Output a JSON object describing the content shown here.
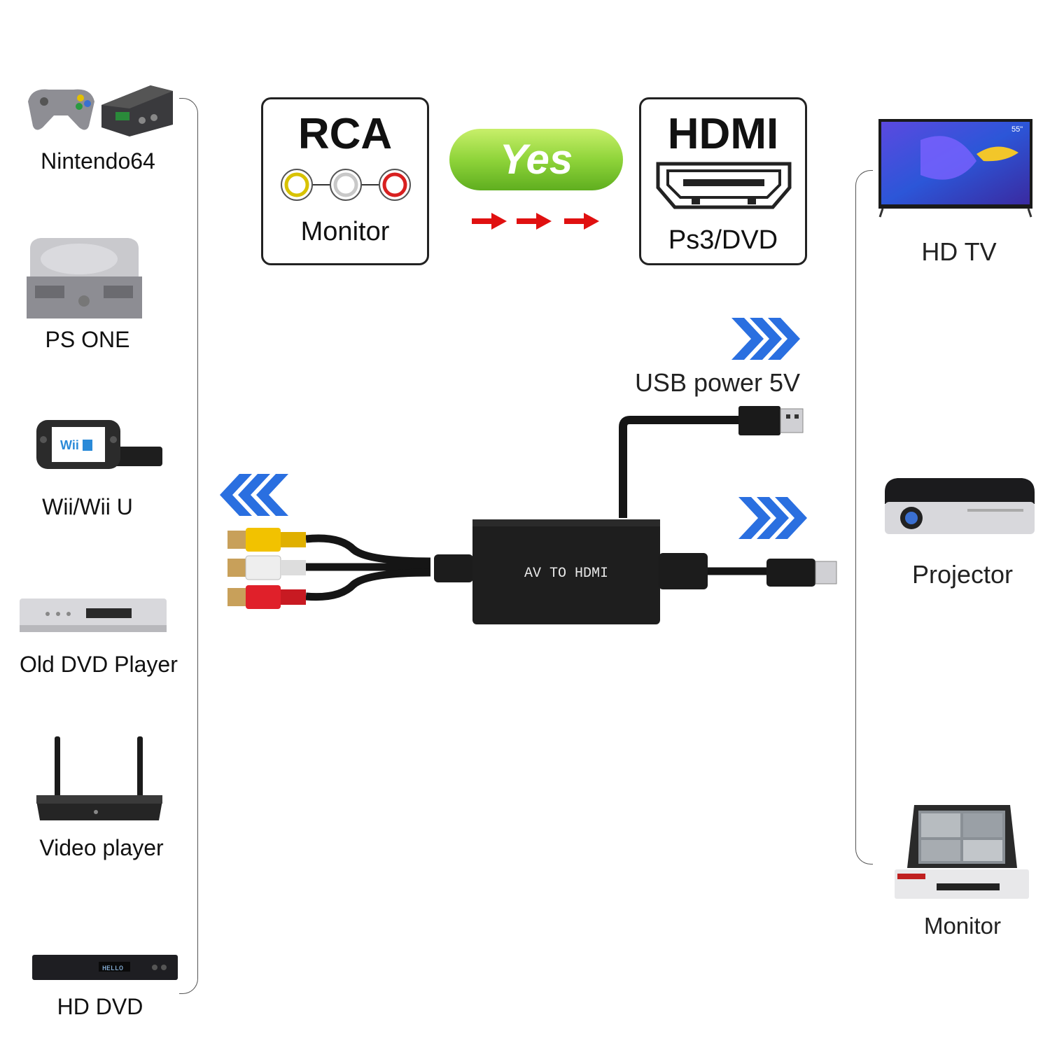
{
  "left_devices": [
    {
      "label": "Nintendo64",
      "icon": "n64-console-icon"
    },
    {
      "label": "PS ONE",
      "icon": "ps-one-console-icon"
    },
    {
      "label": "Wii/Wii U",
      "icon": "wii-u-console-icon"
    },
    {
      "label": "Old DVD Player",
      "icon": "dvd-player-icon"
    },
    {
      "label": "Video player",
      "icon": "router-player-icon"
    },
    {
      "label": "HD DVD",
      "icon": "hd-dvd-player-icon"
    }
  ],
  "right_devices": [
    {
      "label": "HD TV",
      "icon": "tv-icon",
      "badge": "55\""
    },
    {
      "label": "Projector",
      "icon": "projector-icon"
    },
    {
      "label": "Monitor",
      "icon": "monitor-dvr-icon"
    }
  ],
  "rca_card": {
    "title": "RCA",
    "subtitle": "Monitor"
  },
  "hdmi_card": {
    "title": "HDMI",
    "subtitle": "Ps3/DVD"
  },
  "yes_badge": {
    "text": "Yes",
    "color": "#7cc631"
  },
  "usb_label": "USB power 5V",
  "adapter_label": "AV  TO HDMI",
  "screen_text": {
    "player": "HELLO"
  },
  "colors": {
    "arrow_blue": "#2a6fe0",
    "arrow_red": "#e01010",
    "rca_yellow": "#f2c200",
    "rca_white": "#e6e6e6",
    "rca_red": "#e0202a"
  }
}
